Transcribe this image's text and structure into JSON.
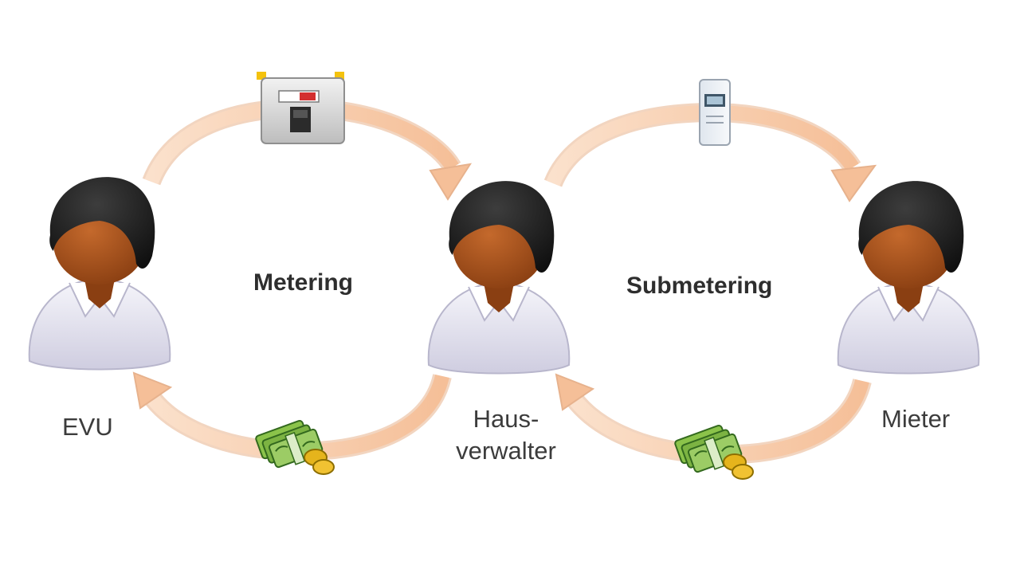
{
  "flows": {
    "metering": "Metering",
    "submetering": "Submetering"
  },
  "roles": {
    "evu": "EVU",
    "hausverwalter_line1": "Haus-",
    "hausverwalter_line2": "verwalter",
    "mieter": "Mieter"
  },
  "icons": {
    "person": "person-icon",
    "gas_meter": "gas-meter-icon",
    "heat_cost_allocator": "heat-cost-allocator-icon",
    "money": "money-bundle-icon",
    "arrow": "curved-arrow-icon"
  },
  "colors": {
    "arrow": "#f7c9a4",
    "arrow_edge": "#e8a87c",
    "hair": "#1f1f1f",
    "skin": "#a8541f",
    "shirt": "#e7e6f1",
    "money": "#6aa84f",
    "coin": "#e5b41c"
  }
}
